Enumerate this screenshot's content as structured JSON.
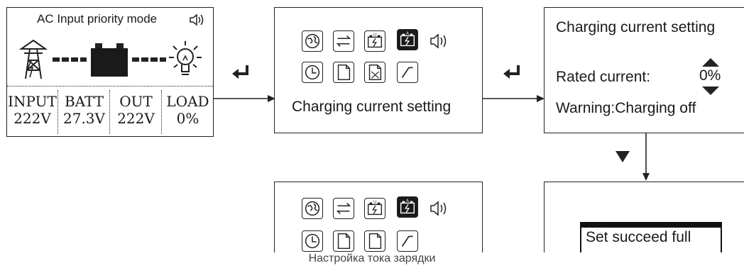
{
  "screen1": {
    "title": "AC Input priority mode",
    "stats": [
      {
        "label": "INPUT",
        "value": "222V"
      },
      {
        "label": "BATT",
        "value": "27.3V"
      },
      {
        "label": "OUT",
        "value": "222V"
      },
      {
        "label": "LOAD",
        "value": "0%"
      }
    ]
  },
  "screen2": {
    "label": "Charging current setting",
    "icons_row1": [
      "globe-icon",
      "transfer-icon",
      "battery-voltage-icon",
      "battery-current-icon",
      "speaker-icon"
    ],
    "icons_row2": [
      "clock-icon",
      "page-icon",
      "page-cross-icon",
      "curve-icon"
    ],
    "selected_icon": "battery-current-icon"
  },
  "screen3": {
    "title": "Charging current setting",
    "rated_label": "Rated current:",
    "rated_value": "0%",
    "warning": "Warning:Charging off"
  },
  "screen5": {
    "text": "Set succeed full"
  },
  "caption": "Настройка тока зарядки"
}
